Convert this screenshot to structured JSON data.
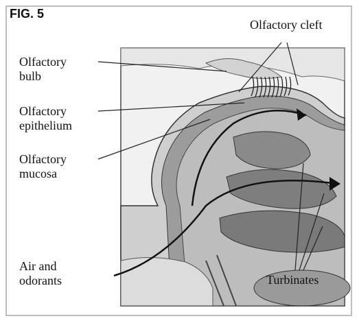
{
  "figure": {
    "title": "FIG. 5"
  },
  "labels": {
    "olfactory_cleft": "Olfactory cleft",
    "olfactory_bulb": [
      "Olfactory",
      "bulb"
    ],
    "olfactory_epithelium": [
      "Olfactory",
      "epithelium"
    ],
    "olfactory_mucosa": [
      "Olfactory",
      "mucosa"
    ],
    "air_and_odorants": [
      "Air and",
      "odorants"
    ],
    "turbinates": "Turbinates"
  }
}
